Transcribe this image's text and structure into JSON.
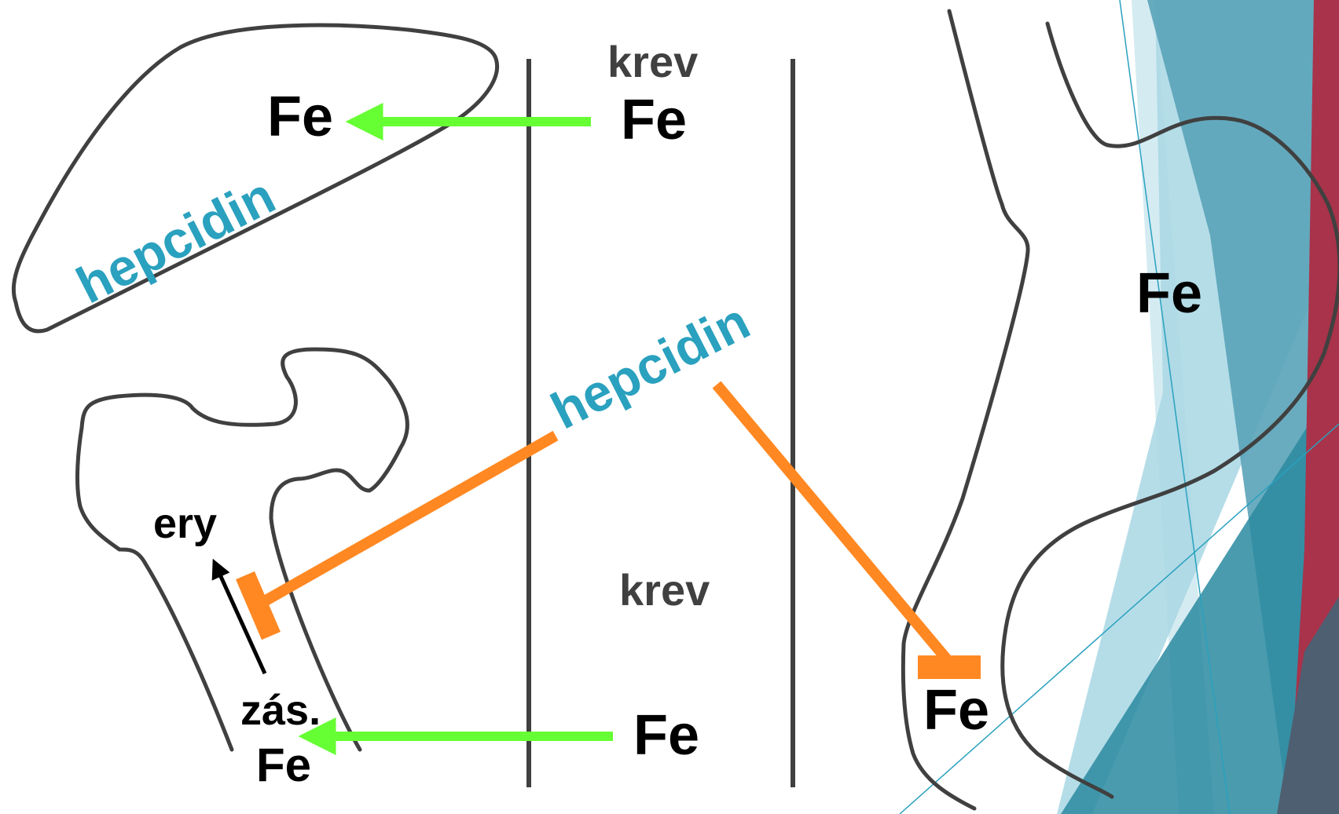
{
  "labels": {
    "fe_liver": "Fe",
    "hepcidin_liver": "hepcidin",
    "krev_top": "krev",
    "fe_blood_top": "Fe",
    "hepcidin_center": "hepcidin",
    "krev_bottom": "krev",
    "fe_blood_bottom": "Fe",
    "ery": "ery",
    "zas": "zás.",
    "fe_bone": "Fe",
    "fe_gut": "Fe",
    "fe_enterocyte": "Fe"
  },
  "colors": {
    "outline": "#404040",
    "green_arrow": "#66ff33",
    "orange_inhibit": "#ff8822",
    "hepcidin_text": "#2aa1be",
    "decor_teal": "#2a8aa0",
    "decor_light": "#a8d7e4",
    "decor_red": "#a8334a",
    "decor_slate": "#4f5f72"
  },
  "icons": [
    "liver-shape",
    "femur-bone-shape",
    "intestine-shape",
    "inhibition-bar",
    "arrow"
  ]
}
